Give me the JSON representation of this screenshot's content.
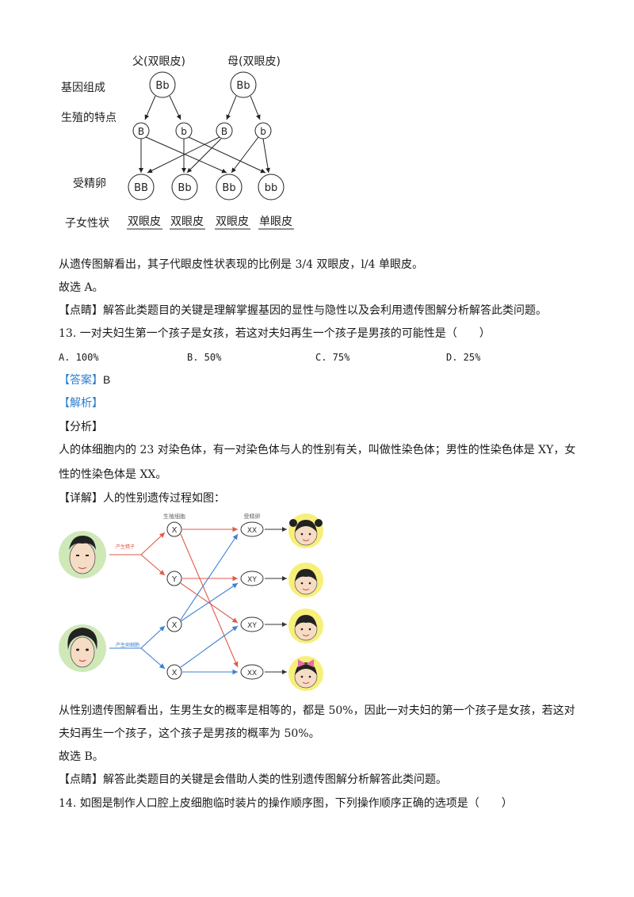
{
  "pedigree": {
    "father_label": "父(双眼皮)",
    "mother_label": "母(双眼皮)",
    "row_labels": [
      "基因组成",
      "生殖的特点",
      "受精卵",
      "子女性状"
    ],
    "parents": [
      "Bb",
      "Bb"
    ],
    "gametes": [
      "B",
      "b",
      "B",
      "b"
    ],
    "zygotes": [
      "BB",
      "Bb",
      "Bb",
      "bb"
    ],
    "traits": [
      "双眼皮",
      "双眼皮",
      "双眼皮",
      "单眼皮"
    ]
  },
  "q12_tail": {
    "line1": "从遗传图解看出，其子代眼皮性状表现的比例是 3/4 双眼皮，l/4 单眼皮。",
    "line2": "故选 A。",
    "point_tag": "【点睛】",
    "point_text": "解答此类题目的关键是理解掌握基因的显性与隐性以及会利用遗传图解分析解答此类问题。"
  },
  "q13": {
    "stem": "13. 一对夫妇生第一个孩子是女孩，若这对夫妇再生一个孩子是男孩的可能性是（　　）",
    "options": [
      "A.  100%",
      "B.  50%",
      "C.  75%",
      "D.  25%"
    ],
    "answer_tag": "【答案】",
    "answer": "B",
    "analysis_tag": "【解析】",
    "fenxi_tag": "【分析】",
    "fenxi_line1": "人的体细胞内的 23 对染色体，有一对染色体与人的性别有关，叫做性染色体；男性的性染色体是 XY，女",
    "fenxi_line2": "性的性染色体是 XX。",
    "detail_tag": "【详解】",
    "detail_text": "人的性别遗传过程如图：",
    "after_line1": "从性别遗传图解看出，生男生女的概率是相等的，都是 50%，因此一对夫妇的第一个孩子是女孩，若这对",
    "after_line2": "夫妇再生一个孩子，这个孩子是男孩的概率为 50%。",
    "choose": "故选 B。",
    "point_tag": "【点睛】",
    "point_text": "解答此类题目的关键是会借助人类的性别遗传图解分析解答此类问题。"
  },
  "sex_diagram": {
    "col_gamete": "生殖细胞",
    "col_zygote": "受精卵",
    "male_label": "产生精子",
    "female_label": "产生卵细胞",
    "gametes": [
      "X",
      "Y",
      "X",
      "X"
    ],
    "zygotes": [
      "XX",
      "XY",
      "XY",
      "XX"
    ]
  },
  "q14": {
    "stem": "14. 如图是制作人口腔上皮细胞临时装片的操作顺序图，下列操作顺序正确的选项是（　　）"
  }
}
